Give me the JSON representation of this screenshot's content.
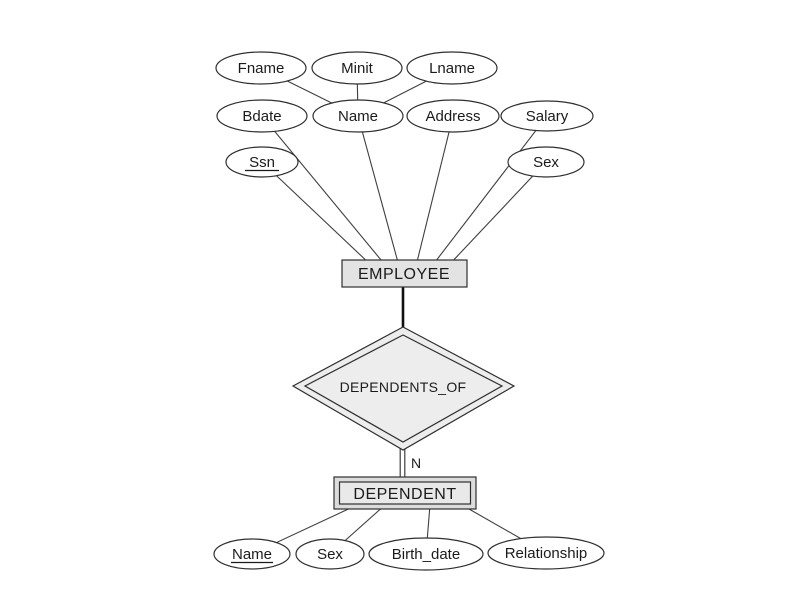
{
  "colors": {
    "background": "#ffffff",
    "line": "#3f3f3f",
    "shape_stroke": "#2f2f2f",
    "entity_fill": "#e3e3e3",
    "weak_outer_fill": "#dcdcdc",
    "weak_inner_fill": "#e9e9e9",
    "diamond_fill": "#ededed",
    "attribute_fill": "#ffffff",
    "text": "#1b1b1b"
  },
  "entities": [
    {
      "label": "EMPLOYEE",
      "type": "strong"
    },
    {
      "label": "DEPENDENT",
      "type": "weak"
    }
  ],
  "relationships": [
    {
      "label": "DEPENDENTS_OF",
      "type": "identifying",
      "cardinality": "N"
    }
  ],
  "attributes": {
    "employee": [
      {
        "label": "Fname",
        "part_of": "Name"
      },
      {
        "label": "Minit",
        "part_of": "Name"
      },
      {
        "label": "Lname",
        "part_of": "Name"
      },
      {
        "label": "Bdate"
      },
      {
        "label": "Name",
        "composite": true
      },
      {
        "label": "Address"
      },
      {
        "label": "Salary"
      },
      {
        "label": "Ssn",
        "key": true,
        "underline": "solid"
      },
      {
        "label": "Sex"
      }
    ],
    "dependent": [
      {
        "label": "Name",
        "partial_key": true,
        "underline": "solid"
      },
      {
        "label": "Sex"
      },
      {
        "label": "Birth_date"
      },
      {
        "label": "Relationship"
      }
    ]
  }
}
